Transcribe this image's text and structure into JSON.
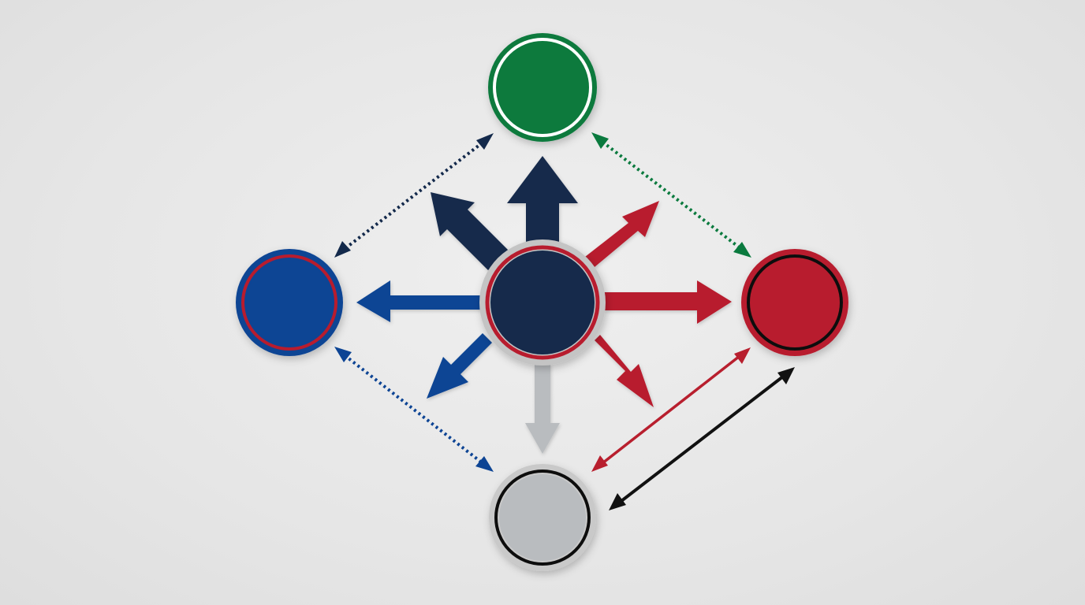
{
  "colors": {
    "background": "#e8e8e8",
    "navy": "#13294b",
    "blue": "#0d4494",
    "red": "#b81f2e",
    "green": "#0a7a3e",
    "gray": "#b9bcbf",
    "black": "#111111",
    "white": "#ffffff"
  },
  "nodes": [
    {
      "id": "center",
      "fill": "#13294b",
      "inner_ring": "#b81f2e",
      "outer_rim": "#c4c4c4"
    },
    {
      "id": "top",
      "fill": "#0a7a3e",
      "inner_ring": "#ffffff",
      "outer_rim": "#0a7a3e"
    },
    {
      "id": "left",
      "fill": "#0d4494",
      "inner_ring": "#b81f2e",
      "outer_rim": "#0d4494"
    },
    {
      "id": "right",
      "fill": "#b81f2e",
      "inner_ring": "#111111",
      "outer_rim": "#b81f2e"
    },
    {
      "id": "bottom",
      "fill": "#b9bcbf",
      "inner_ring": "#111111",
      "outer_rim": "#c9c9c9"
    }
  ],
  "radial_arrows": [
    {
      "id": "center-to-top",
      "color": "#13294b",
      "style": "thick"
    },
    {
      "id": "center-to-upper-left",
      "color": "#13294b",
      "style": "thick"
    },
    {
      "id": "center-to-left",
      "color": "#0d4494",
      "style": "thick"
    },
    {
      "id": "center-to-lower-left",
      "color": "#0d4494",
      "style": "thick"
    },
    {
      "id": "center-to-bottom",
      "color": "#b9bcbf",
      "style": "thick"
    },
    {
      "id": "center-to-lower-right",
      "color": "#b81f2e",
      "style": "thick"
    },
    {
      "id": "center-to-right",
      "color": "#b81f2e",
      "style": "thick"
    },
    {
      "id": "center-to-upper-right",
      "color": "#b81f2e",
      "style": "thick"
    }
  ],
  "connectors": [
    {
      "id": "top-left",
      "color": "#13294b",
      "style": "dotted",
      "ends": "both"
    },
    {
      "id": "top-right",
      "color": "#0a7a3e",
      "style": "dotted",
      "ends": "both"
    },
    {
      "id": "left-bottom",
      "color": "#0d4494",
      "style": "dotted",
      "ends": "both"
    },
    {
      "id": "bottom-right-red",
      "color": "#b81f2e",
      "style": "solid-thin",
      "ends": "both"
    },
    {
      "id": "bottom-right-black",
      "color": "#111111",
      "style": "solid",
      "ends": "both"
    }
  ]
}
